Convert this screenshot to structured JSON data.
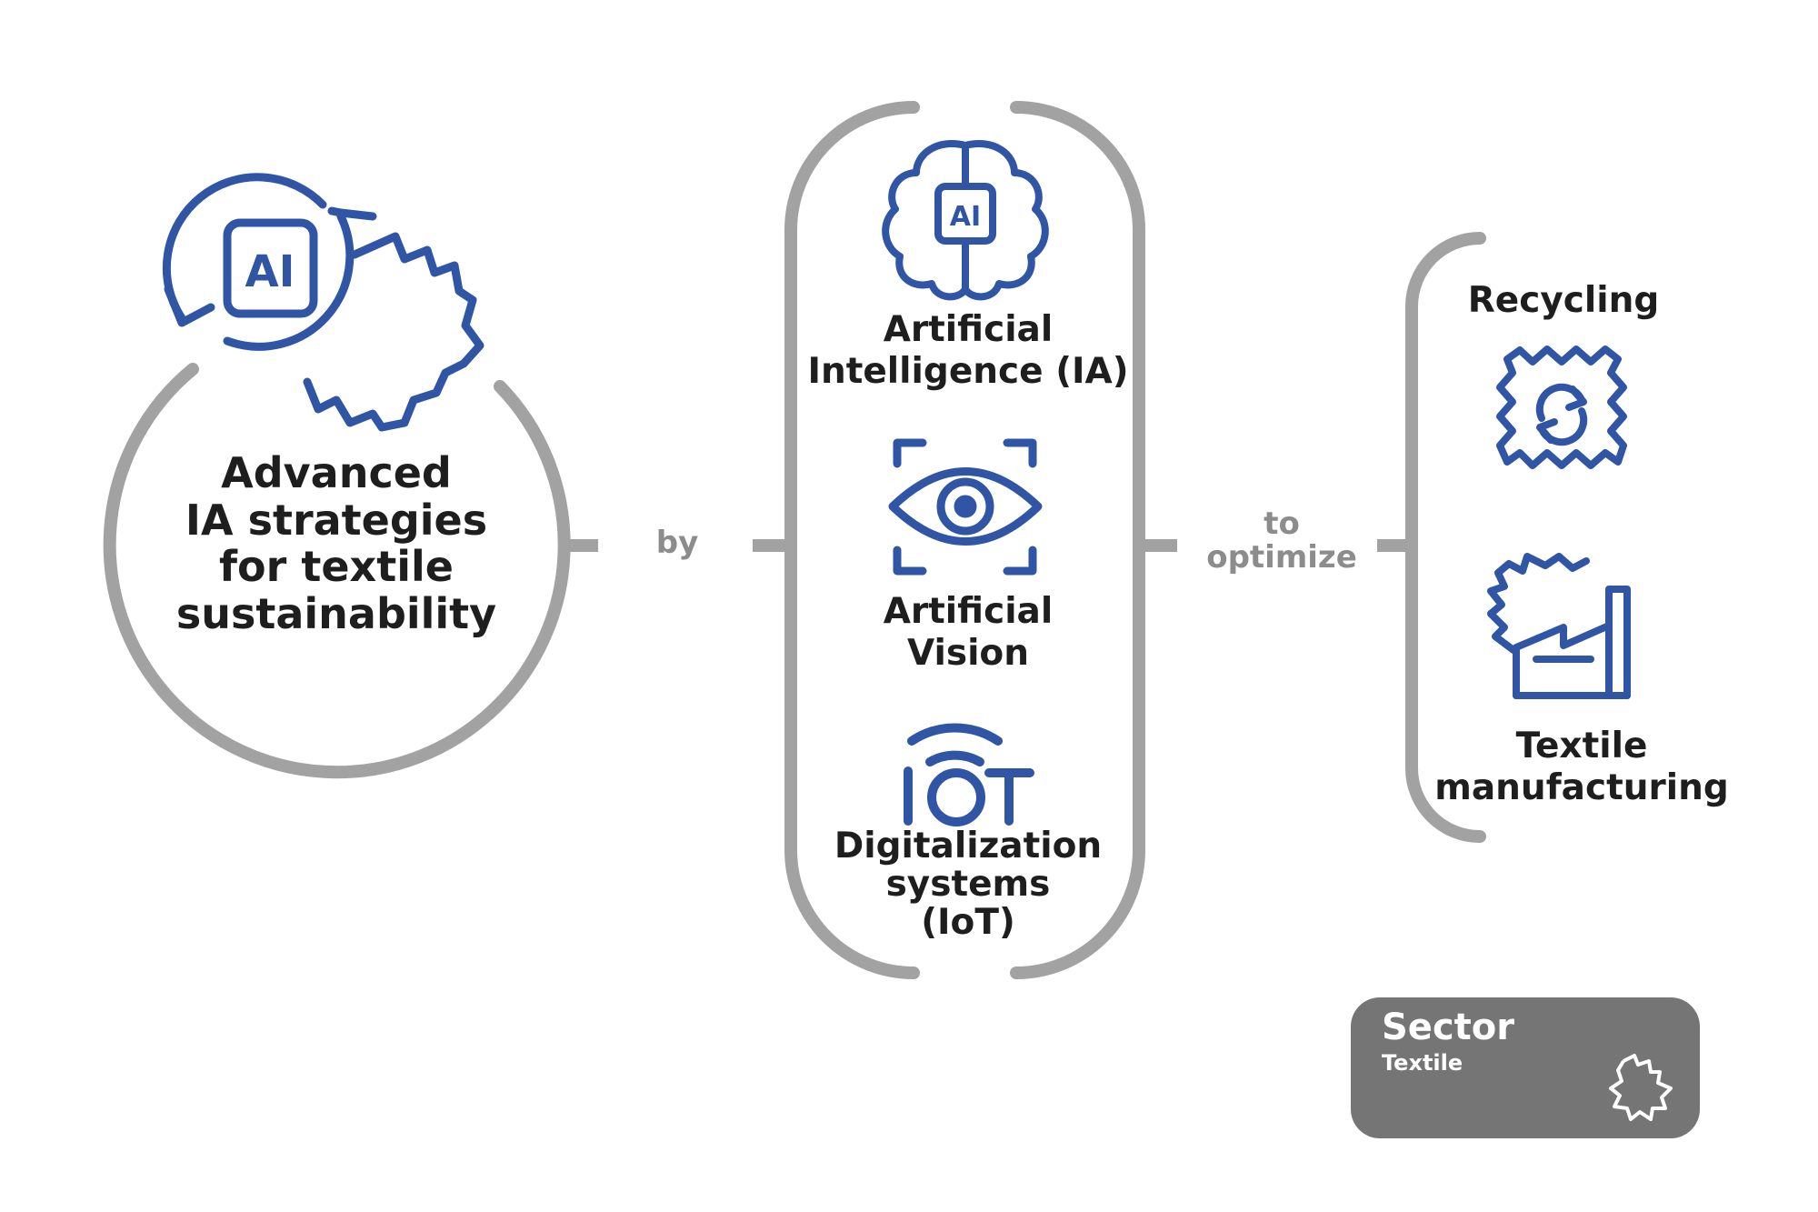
{
  "main": {
    "title_lines": [
      "Advanced",
      "IA strategies",
      "for textile",
      "sustainability"
    ]
  },
  "connectors": {
    "by": "by",
    "to_line1": "to",
    "to_line2": "optimize"
  },
  "methods": [
    {
      "lines": [
        "Artificial",
        "Intelligence (IA)"
      ],
      "icon": "ai-brain-icon",
      "icon_text": "AI"
    },
    {
      "lines": [
        "Artificial",
        "Vision"
      ],
      "icon": "eye-scan-icon"
    },
    {
      "lines": [
        "Digitalization",
        "systems",
        "(IoT)"
      ],
      "icon": "iot-icon"
    }
  ],
  "goals": [
    {
      "label": "Recycling",
      "icon": "recycling-fabric-icon"
    },
    {
      "lines": [
        "Textile",
        "manufacturing"
      ],
      "icon": "factory-icon"
    }
  ],
  "sector": {
    "title": "Sector",
    "value": "Textile",
    "icon": "fabric-patch-icon"
  },
  "main_icon_text": "AI",
  "colors": {
    "accent_blue": "#2f55a4",
    "outline_gray": "#a2a2a2",
    "text_dark": "#1e1e1e",
    "connector_gray": "#8c8c8c",
    "card_gray": "#757575"
  }
}
